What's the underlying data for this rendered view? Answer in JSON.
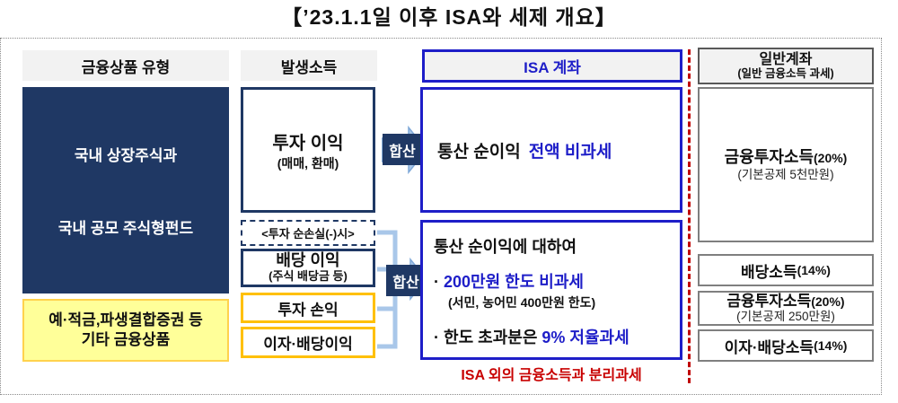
{
  "title": "【’23.1.1일 이후 ISA와 세제 개요】",
  "headers": {
    "product_type": "금융상품 유형",
    "income": "발생소득",
    "isa": "ISA 계좌",
    "general_title": "일반계좌",
    "general_sub": "(일반 금융소득 과세)"
  },
  "product_type": {
    "domestic_line1": "국내 상장주식과",
    "domestic_line2": "국내 공모 주식형펀드",
    "other_line1": "예·적금,파생결합증권 등",
    "other_line2": "기타 금융상품"
  },
  "income": {
    "invest_profit": "투자 이익",
    "invest_profit_sub": "(매매, 환매)",
    "net_loss_note": "<투자 순손실(-)시>",
    "dividend_profit": "배당 이익",
    "dividend_profit_sub": "(주식 배당금 등)",
    "invest_pl": "투자 손익",
    "interest_dividend": "이자·배당이익"
  },
  "merge_label": "합산",
  "isa": {
    "box1_black": "통산 순이익",
    "box1_blue": "전액 비과세",
    "box2_title": "통산 순이익에 대하여",
    "bullet": "·",
    "item1_blue": "200만원 한도 비과세",
    "item1_sub": "(서민, 농어민 400만원 한도)",
    "item2_black": "한도 초과분은",
    "item2_blue": "9% 저율과세",
    "footnote": "ISA 외의 금융소득과 분리과세"
  },
  "general": {
    "box1_main": "금융투자소득",
    "box1_rate": "(20%)",
    "box1_sub": "(기본공제 5천만원)",
    "box2_main": "배당소득",
    "box2_rate": "(14%)",
    "box3_main": "금융투자소득",
    "box3_rate": "(20%)",
    "box3_sub": "(기본공제 250만원)",
    "box4_main": "이자·배당소득",
    "box4_rate": "(14%)"
  },
  "colors": {
    "navy": "#1F3864",
    "blue": "#1E1EC8",
    "light_blue": "#A9C7E9",
    "yellow_bg": "#FFFF99",
    "gold_border": "#FFC000",
    "red": "#C00000",
    "gray_border": "#7F7F7F",
    "header_bg": "#F2F2F2"
  }
}
